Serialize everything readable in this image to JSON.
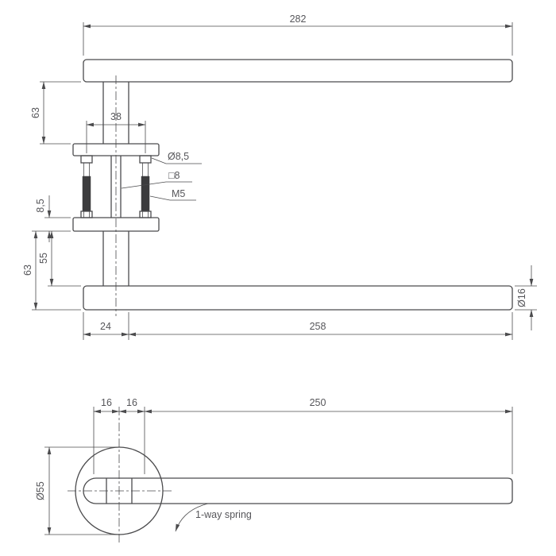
{
  "document": {
    "type": "technical-drawing",
    "subject": "door lever handle with rosette"
  },
  "colors": {
    "line": "#4b4b4d",
    "text": "#56565a",
    "background": "#ffffff",
    "thread_fill": "#3c3c3e"
  },
  "side_view": {
    "total_length": "282",
    "upper_height": "63",
    "screw_spacing": "38",
    "hole_diameter": "Ø8,5",
    "spindle_square": "□8",
    "screw_thread": "M5",
    "plate_thickness": "8,5",
    "lower_height": "63",
    "neck_height": "55",
    "end_offset": "24",
    "grip_length": "258",
    "tube_diameter": "Ø16"
  },
  "front_view": {
    "offset_left": "16",
    "offset_right": "16",
    "lever_length": "250",
    "rosette_diameter": "Ø55",
    "spring_note": "1-way spring"
  }
}
